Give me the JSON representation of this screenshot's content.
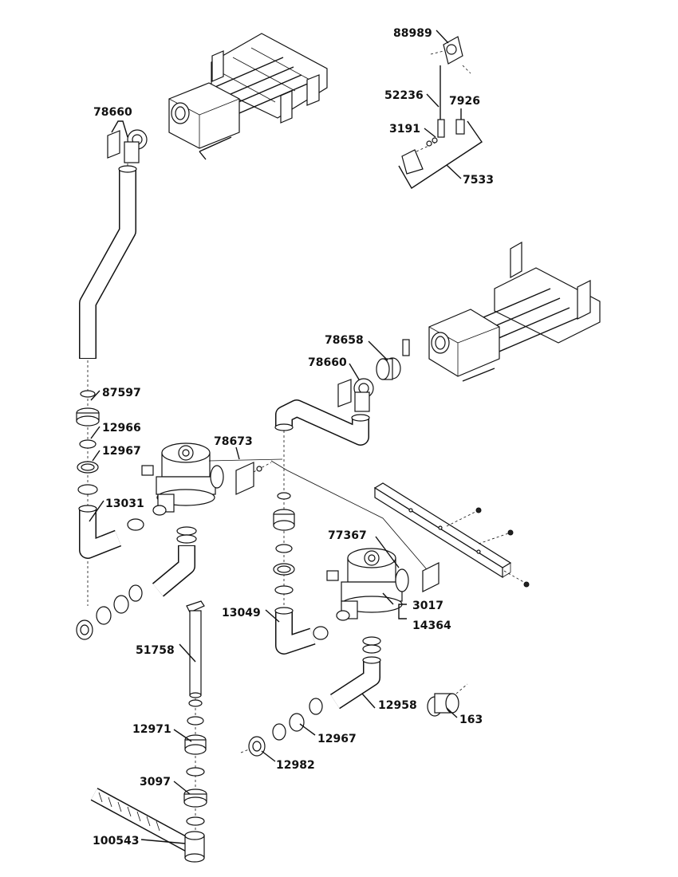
{
  "diagram": {
    "callouts": {
      "c88989": "88989",
      "c52236": "52236",
      "c7926": "7926",
      "c3191": "3191",
      "c7533": "7533",
      "c78660_top": "78660",
      "c78658": "78658",
      "c78660_mid": "78660",
      "c87597": "87597",
      "c12966": "12966",
      "c12967_left": "12967",
      "c78673": "78673",
      "c13031": "13031",
      "c77367": "77367",
      "c3017": "3017",
      "c14364": "14364",
      "c13049": "13049",
      "c51758": "51758",
      "c12958": "12958",
      "c163": "163",
      "c12971": "12971",
      "c12967_right": "12967",
      "c3097": "3097",
      "c12982": "12982",
      "c100543": "100543"
    }
  }
}
